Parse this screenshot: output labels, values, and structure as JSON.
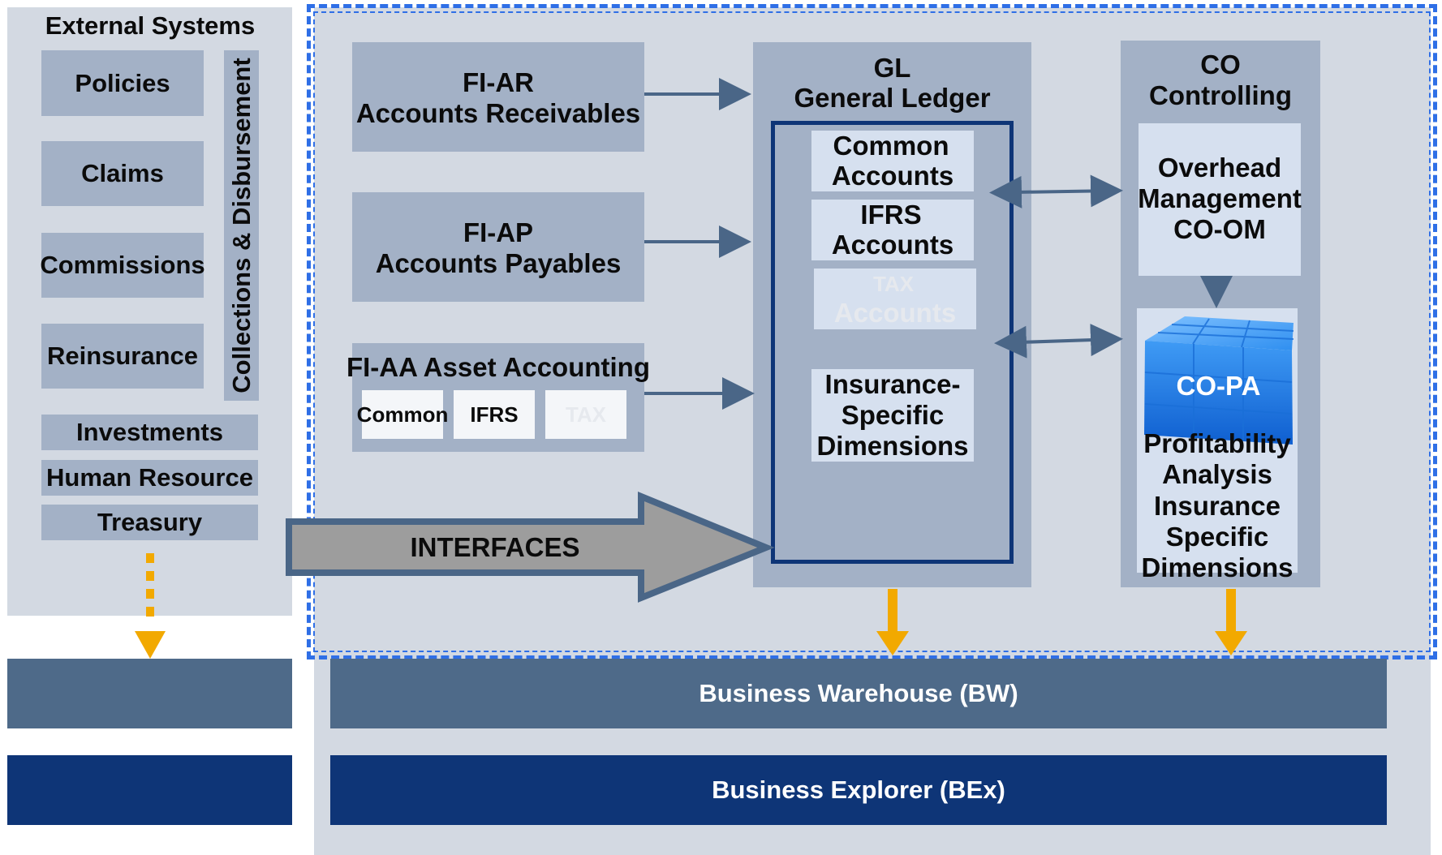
{
  "external": {
    "title": "External Systems",
    "items": [
      "Policies",
      "Claims",
      "Commissions",
      "Reinsurance"
    ],
    "vertical_label": "Collections & Disbursement",
    "wide_items": [
      "Investments",
      "Human Resource",
      "Treasury"
    ]
  },
  "fi": {
    "ar_title": "FI-AR",
    "ar_subtitle": "Accounts Receivables",
    "ap_title": "FI-AP",
    "ap_subtitle": "Accounts Payables",
    "aa_title": "FI-AA Asset Accounting",
    "aa_items": [
      "Common",
      "IFRS",
      "TAX"
    ]
  },
  "gl": {
    "title": "GL",
    "subtitle": "General Ledger",
    "common_line1": "Common",
    "common_line2": "Accounts",
    "ifrs_line1": "IFRS",
    "ifrs_line2": "Accounts",
    "tax_line1": "TAX",
    "tax_line2": "Accounts",
    "ins_line1": "Insurance-",
    "ins_line2": "Specific",
    "ins_line3": "Dimensions"
  },
  "co": {
    "title": "CO",
    "subtitle": "Controlling",
    "om_line1": "Overhead",
    "om_line2": "Management",
    "om_line3": "CO-OM",
    "pa_label": "CO-PA",
    "pa_lines": [
      "Profitability",
      "Analysis",
      "Insurance",
      "Specific",
      "Dimensions"
    ]
  },
  "interfaces_label": "INTERFACES",
  "bw_label": "Business Warehouse (BW)",
  "bex_label": "Business Explorer (BEx)",
  "colors": {
    "panel": "#d3d9e2",
    "box": "#a3b1c6",
    "light_box": "#d6e0ef",
    "bw": "#4e6a89",
    "bex": "#0e3577",
    "dashed": "#2f6fe6",
    "orange_arrow": "#f2a900",
    "arrow": "#4a6687"
  }
}
